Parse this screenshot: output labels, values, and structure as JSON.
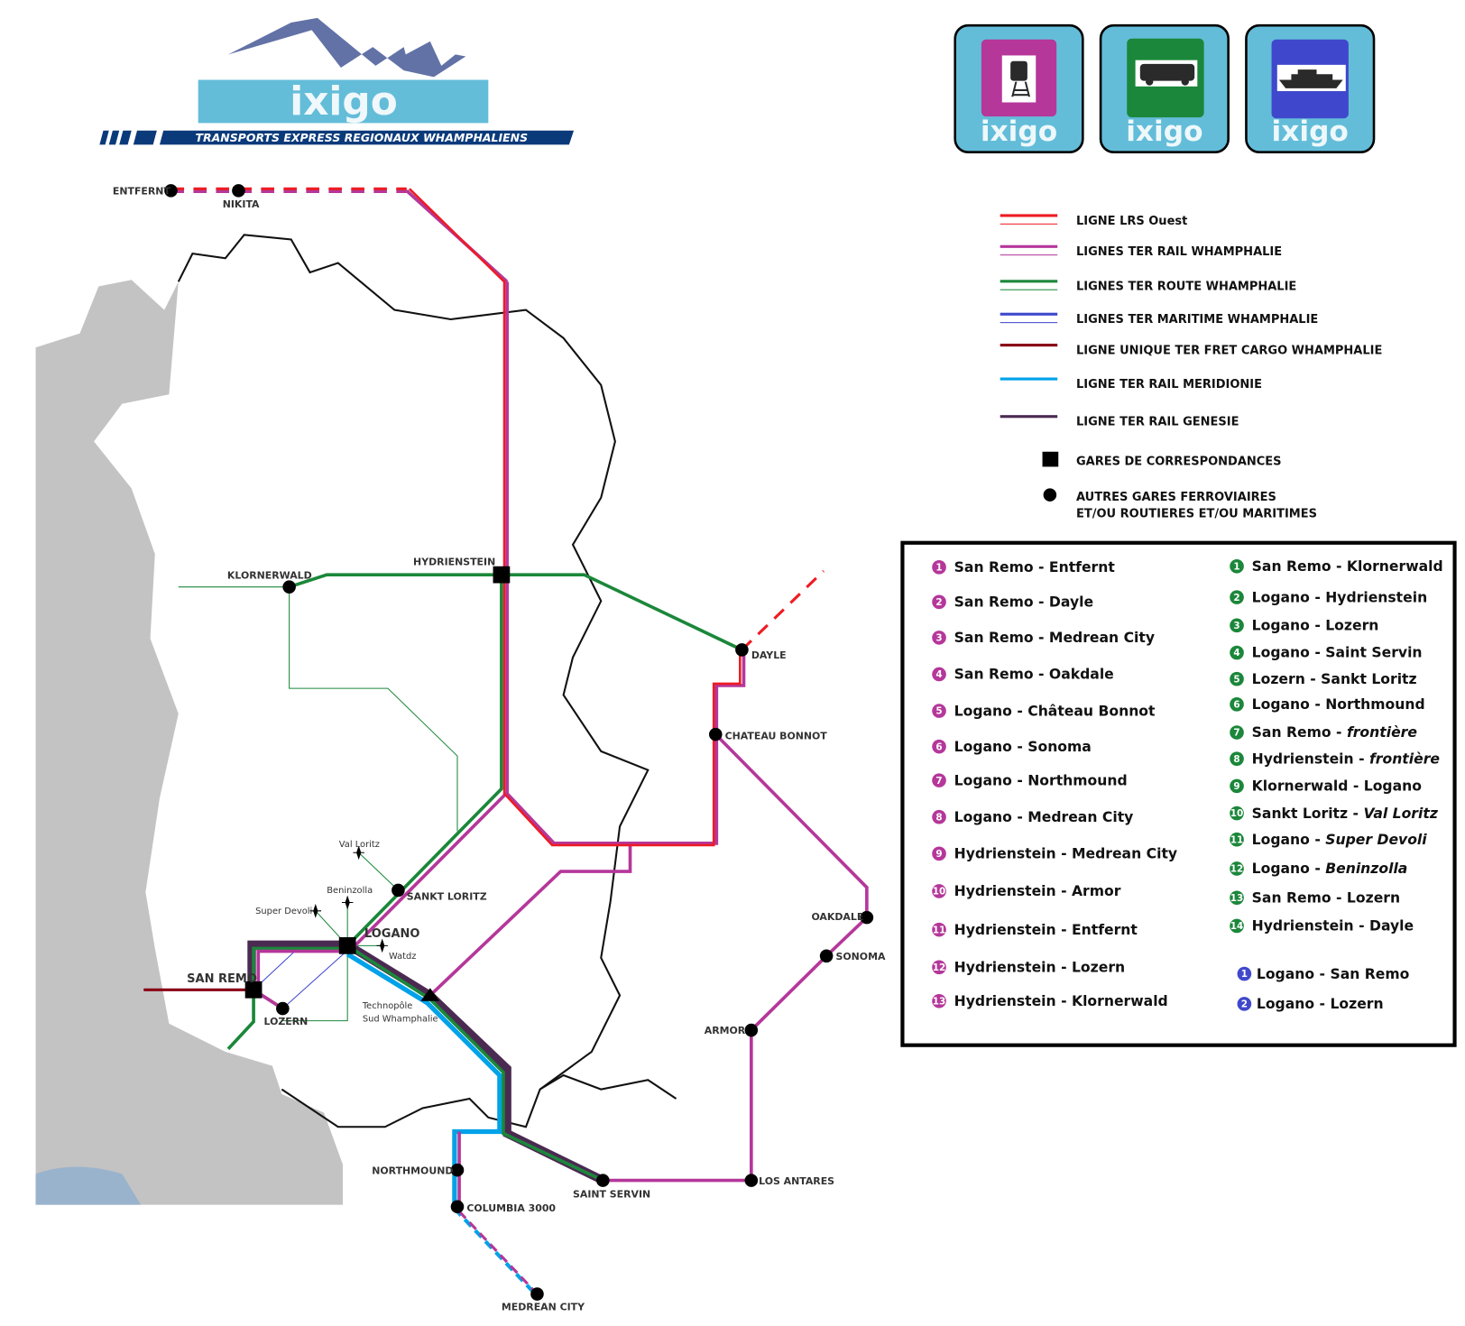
{
  "header": {
    "logo_text": "ixigo",
    "tagline": "TRANSPORTS EXPRESS REGIONAUX WHAMPHALIENS"
  },
  "mode_icons": [
    {
      "icon": "train-icon",
      "label": "ixigo",
      "color": "#b5379a"
    },
    {
      "icon": "bus-icon",
      "label": "ixigo",
      "color": "#1b873a"
    },
    {
      "icon": "ship-icon",
      "label": "ixigo",
      "color": "#3f48cc"
    }
  ],
  "legend": [
    {
      "label": "LIGNE LRS Ouest",
      "color": "#ed1c24"
    },
    {
      "label": "LIGNES TER RAIL WHAMPHALIE",
      "color": "#b5379a"
    },
    {
      "label": "LIGNES TER ROUTE WHAMPHALIE",
      "color": "#1b873a"
    },
    {
      "label": "LIGNES TER MARITIME WHAMPHALIE",
      "color": "#3f48cc"
    },
    {
      "label": "LIGNE UNIQUE TER FRET CARGO WHAMPHALIE",
      "color": "#880015"
    },
    {
      "label": "LIGNE TER RAIL MERIDIONIE",
      "color": "#00a2e8"
    },
    {
      "label": "LIGNE TER RAIL GENESIE",
      "color": "#4b2a52"
    }
  ],
  "legend_symbols": {
    "interchange": "GARES DE CORRESPONDANCES",
    "other_line1": "AUTRES GARES FERROVIAIRES",
    "other_line2": "ET/OU ROUTIERES ET/OU MARITIMES"
  },
  "routes": {
    "rail": [
      "San Remo - Entfernt",
      "San Remo - Dayle",
      "San Remo - Medrean City",
      "San Remo - Oakdale",
      "Logano - Château Bonnot",
      "Logano - Sonoma",
      "Logano - Northmound",
      "Logano - Medrean City",
      "Hydrienstein - Medrean City",
      "Hydrienstein - Armor",
      "Hydrienstein - Entfernt",
      "Hydrienstein - Lozern",
      "Hydrienstein - Klornerwald"
    ],
    "road": [
      [
        "San Remo - Klornerwald",
        ""
      ],
      [
        "Logano - Hydrienstein",
        ""
      ],
      [
        "Logano - Lozern",
        ""
      ],
      [
        "Logano - Saint Servin",
        ""
      ],
      [
        "Lozern - Sankt Loritz",
        ""
      ],
      [
        "Logano - Northmound",
        ""
      ],
      [
        "San Remo - ",
        "frontière"
      ],
      [
        "Hydrienstein - ",
        "frontière"
      ],
      [
        "Klornerwald - Logano",
        ""
      ],
      [
        "Sankt Loritz - ",
        "Val Loritz"
      ],
      [
        "Logano - ",
        "Super Devoli"
      ],
      [
        "Logano - ",
        "Beninzolla"
      ],
      [
        "San Remo - Lozern",
        ""
      ],
      [
        "Hydrienstein - Dayle",
        ""
      ]
    ],
    "sea": [
      "Logano - San Remo",
      "Logano - Lozern"
    ]
  },
  "stations": {
    "entfernt": "ENTFERNT",
    "nikita": "NIKITA",
    "hydrienstein": "HYDRIENSTEIN",
    "klornerwald": "KLORNERWALD",
    "dayle": "DAYLE",
    "chateau": "CHATEAU BONNOT",
    "oakdale": "OAKDALE",
    "sonoma": "SONOMA",
    "armor": "ARMOR",
    "los_antares": "LOS ANTARES",
    "saint_servin": "SAINT SERVIN",
    "northmound": "NORTHMOUND",
    "columbia": "COLUMBIA 3000",
    "medrean": "MEDREAN CITY",
    "sankt_loritz": "SANKT LORITZ",
    "logano": "LOGANO",
    "san_remo": "SAN REMO",
    "lozern": "LOZERN",
    "val_loritz": "Val Loritz",
    "beninzolla": "Beninzolla",
    "super_devoli": "Super Devoli",
    "watdz": "Watdz",
    "techno1": "Technopôle",
    "techno2": "Sud Whamphalie"
  }
}
